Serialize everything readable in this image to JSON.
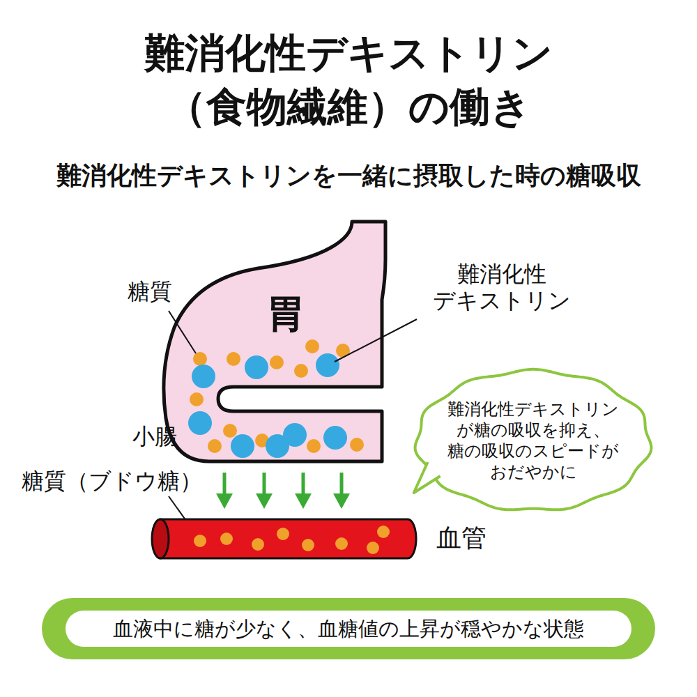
{
  "diagram": {
    "title": "難消化性デキストリン （食物繊維）の働き",
    "nodes": [
      {
        "text": [
          "難消化性デキストリン が糖の吸収を抑え、 糖の吸収のスピードが おだやかに"
        ]
      },
      {
        "text": [
          "血液中に糖が少なく、血糖値の上昇が穏やかな状態"
        ]
      }
    ],
    "labels": [
      "難消化性デキストリンを一緒に摂取した時の糖吸収",
      "糖質",
      "難消化性 デキストリン",
      "胃",
      "小腸",
      "糖質（ブドウ糖）",
      "血管"
    ]
  }
}
